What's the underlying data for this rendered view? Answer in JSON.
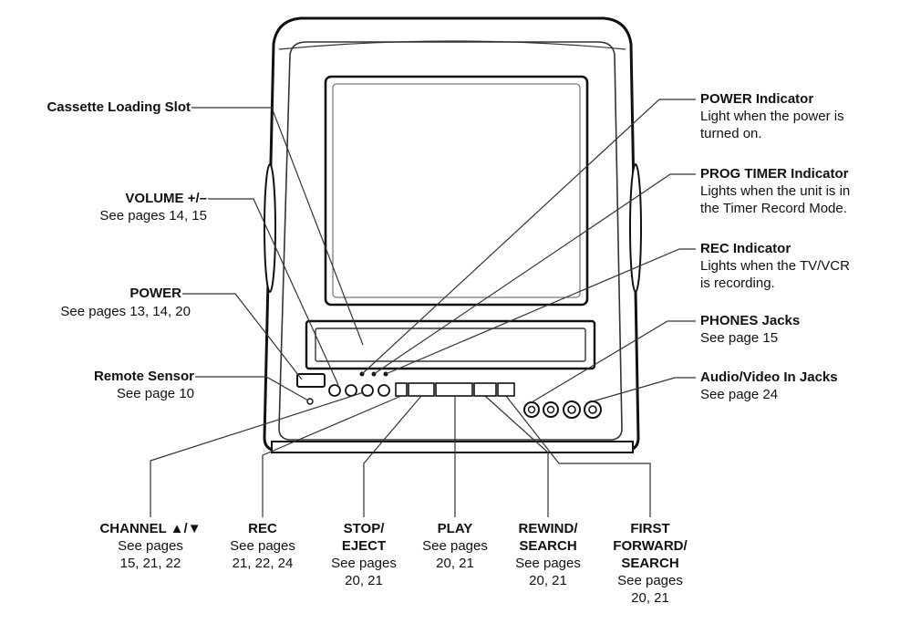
{
  "left": {
    "cassette_slot": {
      "title": "Cassette Loading Slot"
    },
    "volume": {
      "title": "VOLUME +/–",
      "sub": "See pages 14, 15"
    },
    "power": {
      "title": "POWER",
      "sub": "See pages 13, 14, 20"
    },
    "remote_sensor": {
      "title": "Remote Sensor",
      "sub": "See page 10"
    }
  },
  "right": {
    "power_indicator": {
      "title": "POWER Indicator",
      "desc1": "Light when the power is",
      "desc2": "turned on."
    },
    "prog_timer": {
      "title": "PROG TIMER Indicator",
      "desc1": "Lights when the unit is in",
      "desc2": "the Timer Record Mode."
    },
    "rec_indicator": {
      "title": "REC Indicator",
      "desc1": "Lights when the TV/VCR",
      "desc2": "is recording."
    },
    "phones": {
      "title": "PHONES Jacks",
      "sub": "See page 15"
    },
    "av_in": {
      "title": "Audio/Video In Jacks",
      "sub": "See page 24"
    }
  },
  "bottom": {
    "channel": {
      "title": "CHANNEL ▲/▼",
      "sub1": "See pages",
      "sub2": "15, 21, 22"
    },
    "rec": {
      "title": "REC",
      "sub1": "See pages",
      "sub2": "21, 22, 24"
    },
    "stop_eject": {
      "title1": "STOP/",
      "title2": "EJECT",
      "sub1": "See pages",
      "sub2": "20, 21"
    },
    "play": {
      "title": "PLAY",
      "sub1": "See pages",
      "sub2": "20, 21"
    },
    "rewind": {
      "title1": "REWIND/",
      "title2": "SEARCH",
      "sub1": "See pages",
      "sub2": "20, 21"
    },
    "ff": {
      "title1": "FIRST",
      "title2": "FORWARD/",
      "title3": "SEARCH",
      "sub1": "See pages",
      "sub2": "20, 21"
    }
  }
}
